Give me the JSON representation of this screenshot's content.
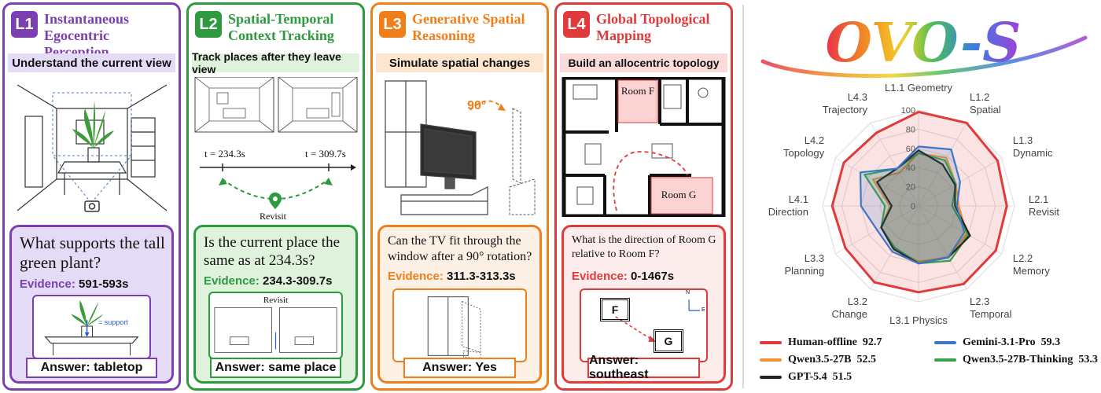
{
  "levels": [
    {
      "badge": "L1",
      "title": "Instantaneous Egocentric Perception",
      "subtitle": "Understand the current view",
      "question": "What supports the tall green plant?",
      "evidence_label": "Evidence:",
      "evidence_value": "591-593s",
      "inner_label": "= support",
      "answer": "Answer: tabletop"
    },
    {
      "badge": "L2",
      "title": "Spatial-Temporal Context Tracking",
      "subtitle": "Track places after they leave view",
      "t1": "t = 234.3s",
      "t2": "t = 309.7s",
      "revisit": "Revisit",
      "question": "Is the current place the same as at 234.3s?",
      "evidence_label": "Evidence:",
      "evidence_value": "234.3-309.7s",
      "inner_label": "Revisit",
      "answer": "Answer: same place"
    },
    {
      "badge": "L3",
      "title": "Generative Spatial Reasoning",
      "subtitle": "Simulate spatial changes",
      "angle": "90°",
      "question": "Can the TV fit through the window after a 90° rotation?",
      "evidence_label": "Evidence:",
      "evidence_value": "311.3-313.3s",
      "answer": "Answer: Yes"
    },
    {
      "badge": "L4",
      "title": "Global Topological Mapping",
      "subtitle": "Build an allocentric topology",
      "room_f": "Room F",
      "room_g": "Room G",
      "question": "What is the direction of Room G relative to Room F?",
      "evidence_label": "Evidence:",
      "evidence_value": "0-1467s",
      "box_f": "F",
      "box_g": "G",
      "north": "N",
      "east": "E",
      "answer": "Answer: southeast"
    }
  ],
  "logo": "OVO-S",
  "colors": {
    "l1": "#7b3fb0",
    "l2": "#2e9a3e",
    "l3": "#f07f1a",
    "l4": "#e03a3a",
    "l1_fill": "#e4dcf6",
    "l2_fill": "#dff2dc",
    "l3_fill": "#fde5d0",
    "l4_fill": "#fbdada"
  },
  "chart_data": {
    "type": "radar",
    "axes": [
      "L1.1 Geometry",
      "L1.2 Spatial",
      "L1.3 Dynamic",
      "L2.1 Revisit",
      "L2.2 Memory",
      "L2.3 Temporal",
      "L3.1 Physics",
      "L3.2 Change",
      "L3.3 Planning",
      "L4.1 Direction",
      "L4.2 Topology",
      "L4.3 Trajectory"
    ],
    "ticks": [
      "0",
      "20",
      "40",
      "60",
      "80",
      "100"
    ],
    "rmax": 100,
    "series": [
      {
        "name": "Human-offline",
        "score": "92.7",
        "color": "#e03a3a",
        "values": [
          98,
          100,
          95,
          92,
          93,
          94,
          90,
          92,
          88,
          90,
          90,
          88
        ]
      },
      {
        "name": "Gemini-3.1-Pro",
        "score": "59.3",
        "color": "#3b78c4",
        "values": [
          62,
          68,
          50,
          40,
          55,
          62,
          60,
          55,
          50,
          60,
          70,
          45
        ]
      },
      {
        "name": "Qwen3.5-27B",
        "score": "52.5",
        "color": "#f0922e",
        "values": [
          55,
          58,
          45,
          42,
          58,
          62,
          58,
          52,
          45,
          30,
          55,
          40
        ]
      },
      {
        "name": "Qwen3.5-27B-Thinking",
        "score": "53.3",
        "color": "#3aa04a",
        "values": [
          55,
          55,
          45,
          35,
          60,
          66,
          60,
          50,
          45,
          35,
          65,
          45
        ]
      },
      {
        "name": "GPT-5.4",
        "score": "51.5",
        "color": "#222222",
        "values": [
          58,
          50,
          44,
          38,
          62,
          62,
          60,
          52,
          45,
          28,
          50,
          45
        ]
      }
    ]
  }
}
